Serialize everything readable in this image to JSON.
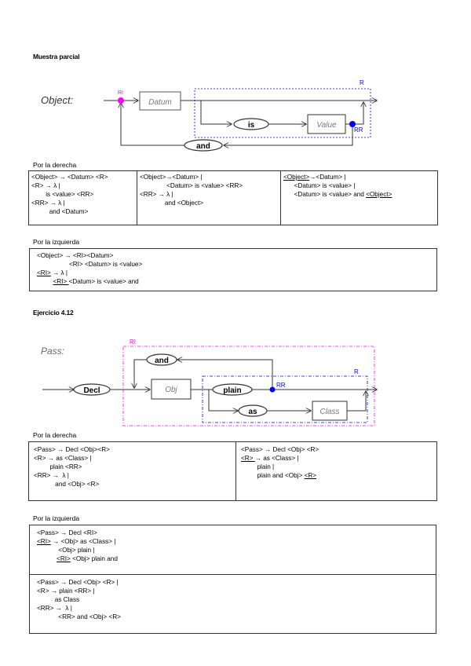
{
  "section1": {
    "title": "Muestra parcial",
    "diagram": {
      "rule_name": "Object:",
      "nodes": {
        "datum": "Datum",
        "is": "is",
        "value": "Value",
        "and": "and"
      },
      "labels": {
        "ri": "RI",
        "r": "R",
        "rr": "RR"
      },
      "colors": {
        "ri": "#ff00ff",
        "r_rr": "#0000ff",
        "lines": "#333333"
      }
    },
    "derecha": {
      "caption": "Por la derecha",
      "cells": [
        [
          [
            {
              "t": "<Object> → <Datum> <R>"
            }
          ],
          [
            {
              "t": "<R> → λ |"
            }
          ],
          [
            {
              "t": "        is <value> <RR>"
            }
          ],
          [
            {
              "t": "<RR> → λ |"
            }
          ],
          [
            {
              "t": "          and <Datum>"
            }
          ]
        ],
        [
          [
            {
              "t": "<Object>→<Datum> |"
            }
          ],
          [
            {
              "t": "               <Datum> is <value> <RR>"
            }
          ],
          [
            {
              "t": "<RR> → λ |"
            }
          ],
          [
            {
              "t": "              and <Object>"
            }
          ]
        ],
        [
          [
            {
              "t": "<Object>",
              "u": true
            },
            {
              "t": "→<Datum> |"
            }
          ],
          [
            {
              "t": "      <Datum> is <value> |"
            }
          ],
          [
            {
              "t": "      <Datum> is <value> and "
            },
            {
              "t": "<Object>",
              "u": true
            }
          ]
        ]
      ]
    },
    "izquierda": {
      "caption": "Por la izquierda",
      "lines": [
        [
          {
            "t": "<Object> → <RI><Datum>"
          }
        ],
        [
          {
            "t": "                  <RI> <Datum> is <value>"
          }
        ],
        [
          {
            "t": "<RI>",
            "u": true
          },
          {
            "t": " → λ |"
          }
        ],
        [
          {
            "t": "         "
          },
          {
            "t": "<RI> ",
            "u": true
          },
          {
            "t": "<Datum> is <value> and"
          }
        ]
      ]
    }
  },
  "section2": {
    "title": "Ejercicio 4.12",
    "diagram": {
      "rule_name": "Pass:",
      "nodes": {
        "decl": "Decl",
        "obj": "Obj",
        "plain": "plain",
        "as": "as",
        "class": "Class",
        "and": "and"
      },
      "labels": {
        "ri": "RI",
        "r": "R",
        "rr": "RR"
      },
      "colors": {
        "ri": "#ff00ff",
        "r_rr": "#0000ff",
        "lines": "#333333"
      }
    },
    "derecha": {
      "caption": "Por la derecha",
      "cells": [
        [
          [
            {
              "t": "<Pass> → Decl <Obj><R>"
            }
          ],
          [
            {
              "t": "<R> → as <Class> |"
            }
          ],
          [
            {
              "t": "         plain <RR>"
            }
          ],
          [
            {
              "t": "<RR> →  λ |"
            }
          ],
          [
            {
              "t": "            and <Obj> <R>"
            }
          ]
        ],
        [
          [
            {
              "t": "<Pass> → Decl <Obj> <R>"
            }
          ],
          [
            {
              "t": "<R> ",
              "u": true
            },
            {
              "t": "→ as <Class> |"
            }
          ],
          [
            {
              "t": "         plain |"
            }
          ],
          [
            {
              "t": "         plain and <Obj> "
            },
            {
              "t": "<R>",
              "u": true
            }
          ]
        ]
      ]
    },
    "izquierda": {
      "caption": "Por la izquierda",
      "blocks": [
        [
          [
            {
              "t": "<Pass> → Decl <RI>"
            }
          ],
          [
            {
              "t": "<RI>",
              "u": true
            },
            {
              "t": " → <Obj> as <Class> |"
            }
          ],
          [
            {
              "t": "            <Obj> plain |"
            }
          ],
          [
            {
              "t": "           "
            },
            {
              "t": "<RI>",
              "u": true
            },
            {
              "t": " <Obj> plain and"
            }
          ]
        ],
        [
          [
            {
              "t": "<Pass> → Decl <Obj> <R> |"
            }
          ],
          [
            {
              "t": "<R> → plain <RR> |"
            }
          ],
          [
            {
              "t": "          as Class"
            }
          ],
          [
            {
              "t": "<RR> →  λ |"
            }
          ],
          [
            {
              "t": "            <RR> and <Obj> <R>"
            }
          ]
        ]
      ]
    }
  }
}
